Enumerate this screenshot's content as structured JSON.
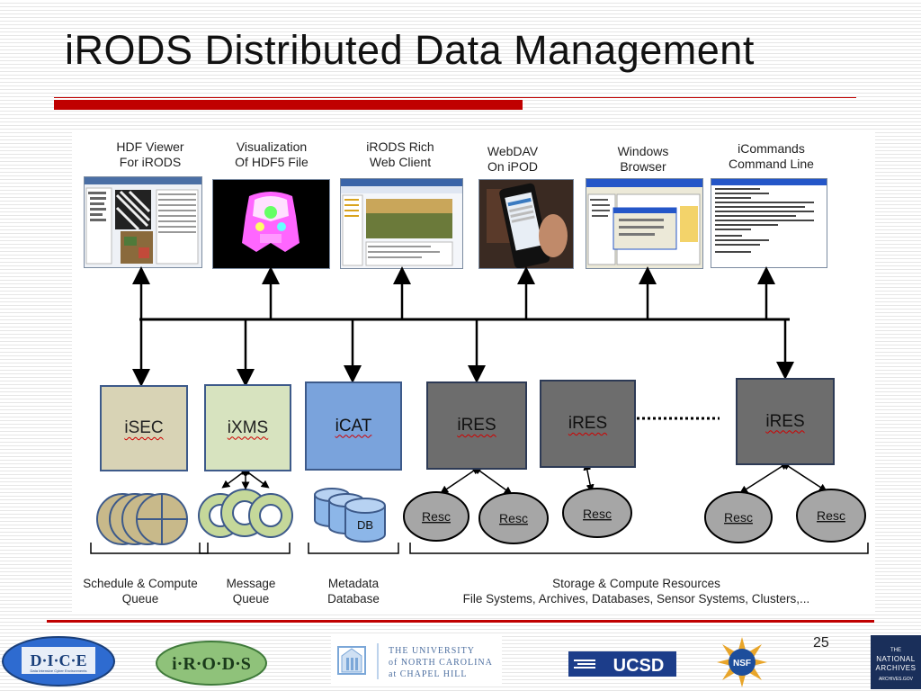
{
  "slide": {
    "title": "iRODS Distributed Data Management",
    "page_number": "25"
  },
  "clients": [
    {
      "label": "HDF Viewer\nFor iRODS"
    },
    {
      "label": "Visualization\nOf HDF5 File"
    },
    {
      "label": "iRODS Rich\nWeb Client"
    },
    {
      "label": "WebDAV\nOn iPOD"
    },
    {
      "label": "Windows\nBrowser"
    },
    {
      "label": "iCommands\nCommand Line"
    }
  ],
  "servers": [
    {
      "label": "iSEC"
    },
    {
      "label": "iXMS"
    },
    {
      "label": "iCAT"
    },
    {
      "label": "iRES"
    },
    {
      "label": "iRES"
    },
    {
      "label": "iRES"
    }
  ],
  "db_label": "DB",
  "resc_label": "Resc",
  "bottom_labels": [
    {
      "label": "Schedule & Compute\nQueue"
    },
    {
      "label": "Message\nQueue"
    },
    {
      "label": "Metadata\nDatabase"
    },
    {
      "label": "Storage  & Compute Resources\nFile Systems, Archives, Databases, Sensor Systems, Clusters,..."
    }
  ],
  "logos": {
    "dice": "D·I·C·E",
    "dice_sub": "Data Intensive Cyber Environments",
    "irods": "i·R·O·D·S",
    "unc_line1": "THE UNIVERSITY",
    "unc_line2": "of NORTH CAROLINA",
    "unc_line3": "at CHAPEL HILL",
    "ucsd": "UCSD",
    "nsf": "NSF",
    "archives_line1": "THE",
    "archives_line2": "NATIONAL",
    "archives_line3": "ARCHIVES",
    "archives_line4": "ARCHIVES.GOV"
  },
  "colors": {
    "accent_red": "#c00000",
    "isec": "#d8d3b5",
    "ixms": "#d7e3bf",
    "icat": "#7aa3dc",
    "ires": "#6d6d6d",
    "resc": "#a6a6a6"
  }
}
